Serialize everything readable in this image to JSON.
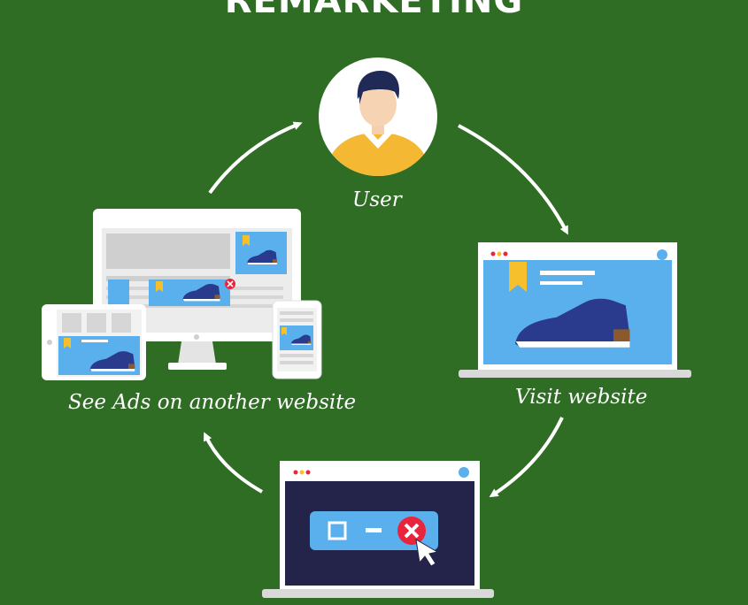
{
  "title": "REMARKETING",
  "steps": {
    "user": "User",
    "visit": "Visit website",
    "ads": "See Ads on another website"
  },
  "colors": {
    "background": "#2e6d23",
    "accent_blue": "#5aafed",
    "shoe_blue": "#2a3a8c",
    "dark_screen": "#24244a",
    "close_red": "#e8253d",
    "shirt_yellow": "#f5b833",
    "bookmark_yellow": "#f5c02b"
  }
}
